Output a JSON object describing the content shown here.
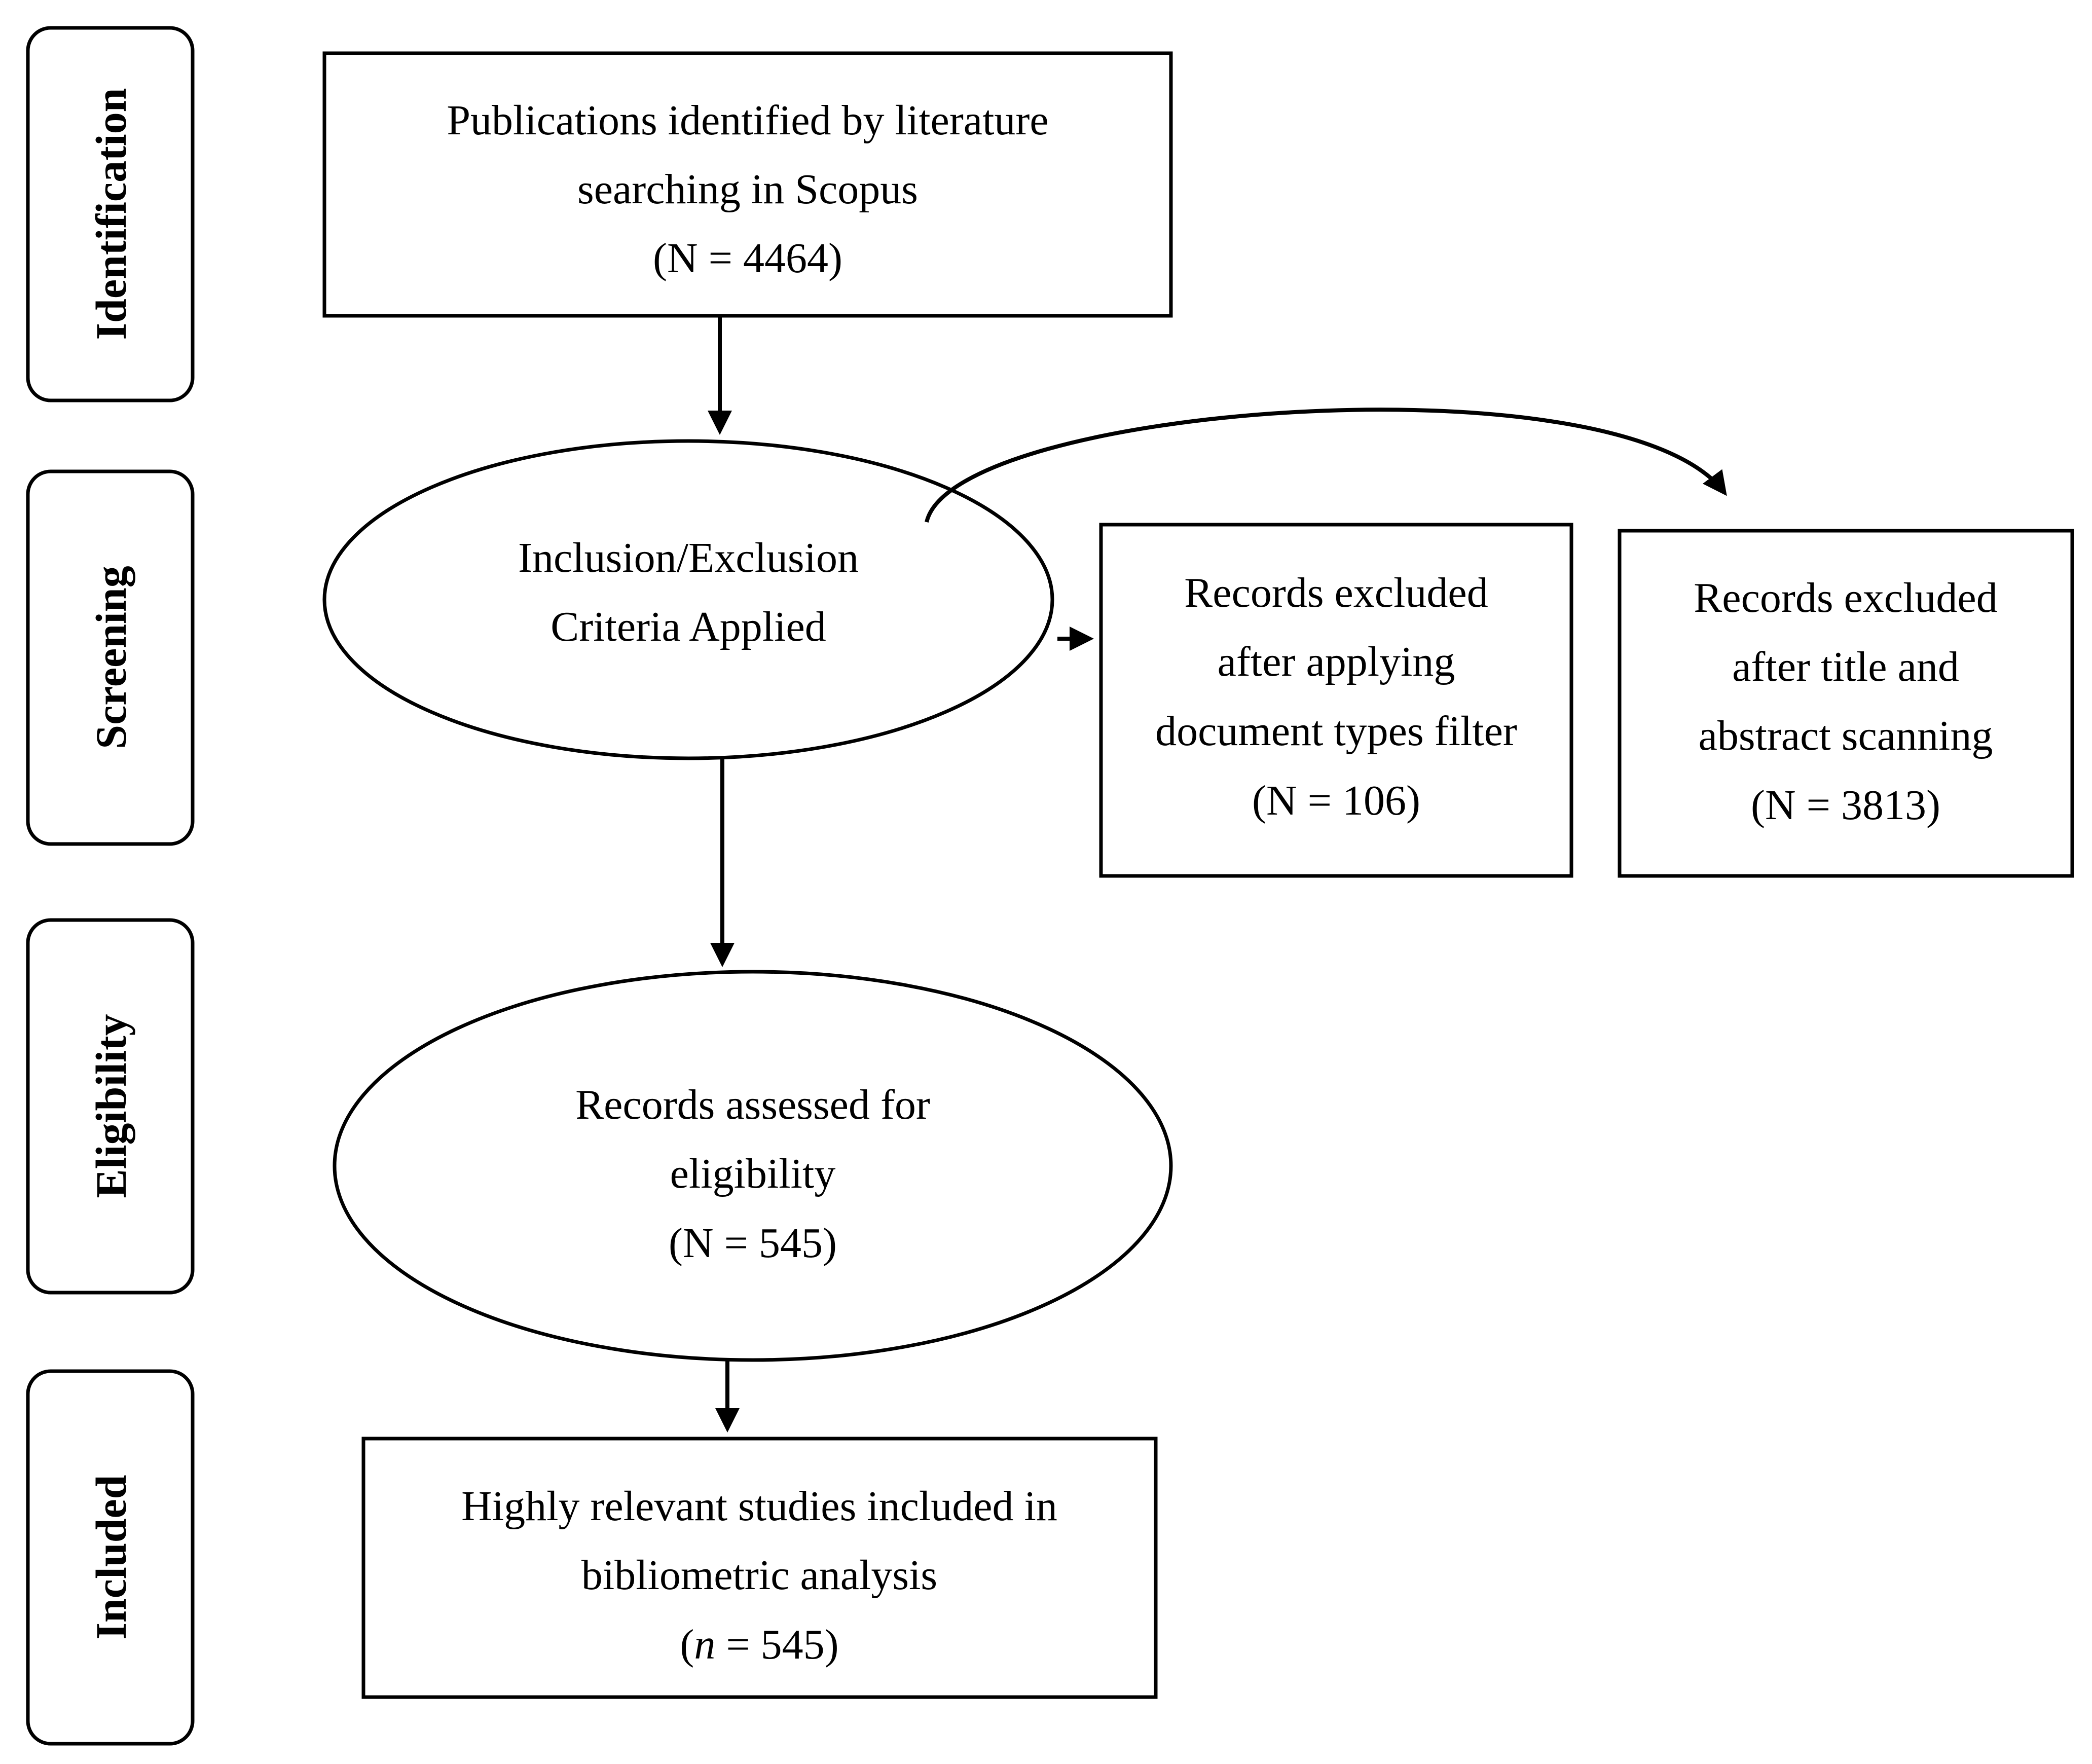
{
  "stages": {
    "identification": "Identification",
    "screening": "Screening",
    "eligibility": "Eligibility",
    "included": "Included"
  },
  "identified": {
    "line1": "Publications identified by literature",
    "line2": "searching in Scopus",
    "line3": "(N = 4464)"
  },
  "criteria": {
    "line1": "Inclusion/Exclusion",
    "line2": "Criteria Applied"
  },
  "excluded_doc_types": {
    "line1": "Records excluded",
    "line2": "after applying",
    "line3": "document types filter",
    "line4": "(N = 106)"
  },
  "excluded_title_abstract": {
    "line1": "Records excluded",
    "line2": "after title and",
    "line3": "abstract scanning",
    "line4": "(N = 3813)"
  },
  "eligibility_assessed": {
    "line1": "Records assessed for",
    "line2": "eligibility",
    "line3": "(N = 545)"
  },
  "included_studies": {
    "line1": "Highly relevant studies included in",
    "line2": "bibliometric analysis",
    "line3_open": "(",
    "line3_var": "n",
    "line3_rest": " = 545)"
  }
}
